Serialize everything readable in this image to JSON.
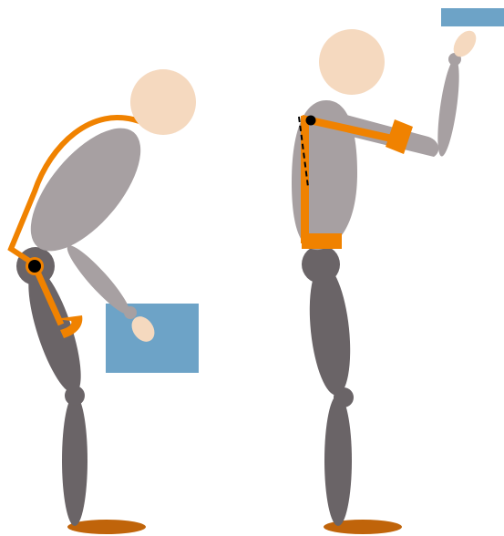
{
  "colors": {
    "background": "#ffffff",
    "skin": "#f5d9bf",
    "torso_arm": "#a7a0a2",
    "leg": "#6a6467",
    "exoskeleton": "#f08200",
    "pivot": "#000000",
    "box": "#6da3c7",
    "shadow": "#c0640a",
    "guide_line": "#000000"
  },
  "figures": [
    {
      "id": "bending-figure",
      "pose": "bent-forward-lifting-box",
      "exoskeleton": "back-and-hip-support"
    },
    {
      "id": "standing-figure",
      "pose": "upright-reaching-overhead",
      "exoskeleton": "shoulder-and-arm-support"
    }
  ],
  "icons": {
    "bending_person": "person-bending-icon",
    "standing_person": "person-reaching-icon"
  }
}
